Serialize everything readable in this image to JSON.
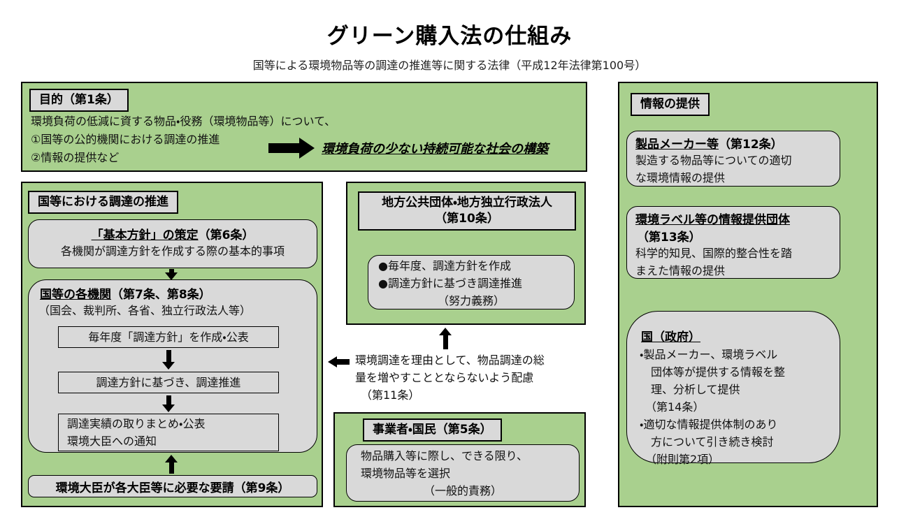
{
  "colors": {
    "panel_green": "#A9D08E",
    "box_gray": "#D9D9D9",
    "border": "#000000"
  },
  "title": "グリーン購入法の仕組み",
  "subtitle": "国等による環境物品等の調達の推進等に関する法律（平成12年法律第100号）",
  "purpose": {
    "header": "目的（第1条）",
    "line1": "環境負荷の低減に資する物品・役務（環境物品等）について、",
    "line2": "①国等の公的機関における調達の推進",
    "line3": "②情報の提供など",
    "goal": "環境負荷の少ない持続可能な社会の構築"
  },
  "procurement": {
    "header": "国等における調達の推進",
    "policy": {
      "title_underline": "「基本方針」の策定",
      "title_rest": "（第6条）",
      "body": "各機関が調達方針を作成する際の基本的事項"
    },
    "agencies": {
      "title_underline": "国等の各機関",
      "title_rest": "（第7条、第8条）",
      "subtitle": "（国会、裁判所、各省、独立行政法人等）",
      "steps": [
        "毎年度「調達方針」を作成・公表",
        "調達方針に基づき、調達推進"
      ],
      "step3_line1": "調達実績の取りまとめ・公表",
      "step3_line2": "環境大臣への通知"
    },
    "minister_request": "環境大臣が各大臣等に必要な要請（第9条）"
  },
  "local_gov": {
    "header_line1": "地方公共団体・地方独立行政法人",
    "header_line2": "（第10条）",
    "bullet1": "●毎年度、調達方針を作成",
    "bullet2": "●調達方針に基づき調達推進",
    "note": "（努力義務）"
  },
  "consideration": {
    "line1": "環境調達を理由として、物品調達の総",
    "line2": "量を増やすこととならないよう配慮",
    "line3": "（第11条）"
  },
  "business": {
    "header": "事業者・国民（第5条）",
    "line1": "物品購入等に際し、できる限り、",
    "line2": "環境物品等を選択",
    "line3": "（一般的責務）"
  },
  "info": {
    "header": "情報の提供",
    "maker": {
      "title_underline": "製品メーカー等",
      "title_rest": "（第12条）",
      "body1": "製造する物品等についての適切",
      "body2": "な環境情報の提供"
    },
    "label_org": {
      "title_underline": "環境ラベル等の情報提供団体",
      "title_rest": "（第13条）",
      "body1": "科学的知見、国際的整合性を踏",
      "body2": "まえた情報の提供"
    },
    "government": {
      "title_underline": "国（政府）",
      "b1l1": "・製品メーカー、環境ラベル",
      "b1l2": "　団体等が提供する情報を整",
      "b1l3": "　理、分析して提供",
      "b1l4": "　（第14条）",
      "b2l1": "・適切な情報提供体制のあり",
      "b2l2": "　方について引き続き検討",
      "b2l3": "　（附則第2項）"
    }
  }
}
